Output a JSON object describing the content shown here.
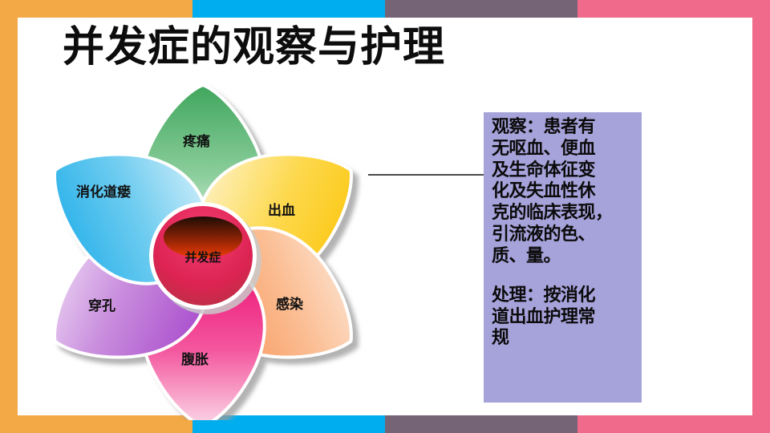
{
  "slide": {
    "title": "并发症的观察与护理",
    "background_color": "#ffffff"
  },
  "frame": {
    "top_bars": [
      {
        "name": "orange",
        "color": "#f3a945"
      },
      {
        "name": "blue",
        "color": "#00aeef"
      },
      {
        "name": "purple-gray",
        "color": "#746476"
      },
      {
        "name": "pink",
        "color": "#f06b8b"
      }
    ],
    "bottom_bars": [
      {
        "name": "orange",
        "color": "#f3a945"
      },
      {
        "name": "blue",
        "color": "#00aeef"
      },
      {
        "name": "purple-gray",
        "color": "#746476"
      },
      {
        "name": "pink",
        "color": "#f06b8b"
      }
    ],
    "left_bar_color": "#f3a945",
    "right_bar_color": "#f06b8b"
  },
  "diagram": {
    "type": "petal-radial",
    "center": {
      "label": "并发症",
      "color": "#e0265a",
      "highlight_color": "#d93404"
    },
    "petals": [
      {
        "id": "pain",
        "label": "疼痛",
        "color_from": "#3fa65c",
        "color_to": "#eaf6ec",
        "angle": 0
      },
      {
        "id": "bleeding",
        "label": "出血",
        "color_from": "#fbc518",
        "color_to": "#fdf3cf",
        "angle": 60
      },
      {
        "id": "infection",
        "label": "感染",
        "color_from": "#f58a4b",
        "color_to": "#fdece0",
        "angle": 120
      },
      {
        "id": "bloating",
        "label": "腹胀",
        "color_from": "#ec1e79",
        "color_to": "#fbd4e6",
        "angle": 180
      },
      {
        "id": "perforation",
        "label": "穿孔",
        "color_from": "#a24bc8",
        "color_to": "#f3e4f8",
        "angle": 240
      },
      {
        "id": "fistula",
        "label": "消化道瘘",
        "color_from": "#18a9e5",
        "color_to": "#e0f4fc",
        "angle": 300
      }
    ],
    "connector": {
      "from": "bleeding",
      "to": "callout",
      "color": "#4a4a4a"
    }
  },
  "callout": {
    "background_color": "#a6a2da",
    "observation_lines": [
      "观察：患者有",
      "无呕血、便血",
      "及生命体征变",
      "化及失血性休",
      "克的临床表现，",
      "引流液的色、",
      "质、量。"
    ],
    "treatment_lines": [
      "处理：按消化",
      "道出血护理常",
      "规"
    ]
  }
}
